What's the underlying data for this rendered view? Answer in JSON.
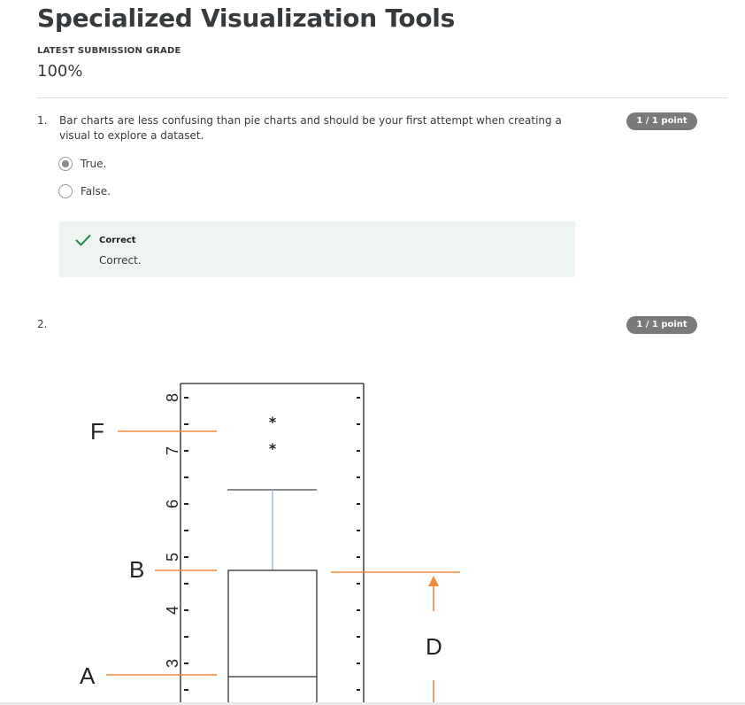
{
  "page": {
    "title": "Specialized Visualization Tools",
    "grade_label": "LATEST SUBMISSION GRADE",
    "grade_value": "100%"
  },
  "questions": [
    {
      "number": "1.",
      "text": "Bar charts are less confusing than pie charts and should be your first attempt when creating a visual to explore a dataset.",
      "points": "1 / 1 point",
      "options": [
        {
          "label": "True.",
          "selected": true
        },
        {
          "label": "False.",
          "selected": false
        }
      ],
      "feedback": {
        "title": "Correct",
        "text": "Correct."
      }
    },
    {
      "number": "2.",
      "points": "1 / 1 point"
    }
  ],
  "figure": {
    "tick_labels": [
      "8",
      "7",
      "6",
      "5",
      "4",
      "3"
    ],
    "annotations": {
      "F": "F",
      "B": "B",
      "A": "A",
      "D": "D"
    },
    "outlier_marker": "*",
    "colors": {
      "annotation": "#f08a3c",
      "whisker": "#9fbde0",
      "box": "#333333"
    }
  }
}
